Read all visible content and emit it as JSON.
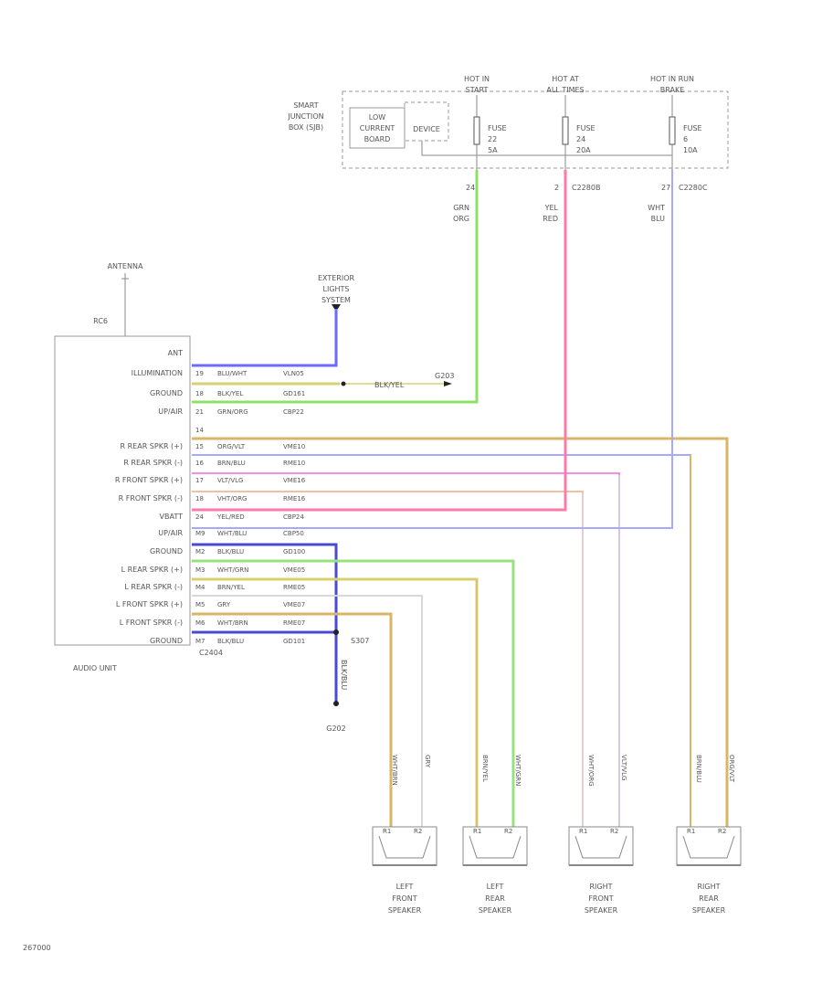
{
  "fuse_box": {
    "label_lines": [
      "SMART",
      "JUNCTION",
      "BOX (SJB)"
    ],
    "board_lines": [
      "LOW",
      "CURRENT",
      "BOARD"
    ],
    "sub_label": "DEVICE",
    "hot_labels": [
      [
        "HOT IN",
        "START"
      ],
      [
        "HOT AT",
        "ALL TIMES"
      ],
      [
        "HOT IN RUN",
        "BRAKE"
      ]
    ],
    "fuses": [
      [
        "FUSE",
        "22",
        "5A"
      ],
      [
        "FUSE",
        "24",
        "20A"
      ],
      [
        "FUSE",
        "6",
        "10A"
      ]
    ],
    "pins": [
      "24",
      "2",
      "27"
    ],
    "connectors": [
      "C2280B",
      "C2280C"
    ],
    "wire_colors": [
      [
        "GRN",
        "ORG"
      ],
      [
        "YEL",
        "RED"
      ],
      [
        "WHT",
        "BLU"
      ]
    ]
  },
  "antenna": {
    "label": "ANTENNA",
    "connector": "RC6"
  },
  "exterior_lights": {
    "label_lines": [
      "EXTERIOR",
      "LIGHTS",
      "SYSTEM"
    ]
  },
  "audio_unit": {
    "label": "AUDIO UNIT",
    "connector": "C2404",
    "pins": [
      {
        "name": "ANT"
      },
      {
        "name": "ILLUMINATION",
        "pin": "19",
        "wire": "BLU/WHT",
        "circuit": "VLN05"
      },
      {
        "name": "GROUND",
        "pin": "18",
        "wire": "BLK/YEL",
        "circuit": "GD161"
      },
      {
        "name": "UP/AIR",
        "pin": "21",
        "wire": "GRN/ORG",
        "circuit": "CBP22"
      },
      {
        "name": "",
        "pin": "14"
      },
      {
        "name": "R REAR SPKR (+)",
        "pin": "15",
        "wire": "ORG/VLT",
        "circuit": "VME10"
      },
      {
        "name": "R REAR SPKR (-)",
        "pin": "16",
        "wire": "BRN/BLU",
        "circuit": "RME10"
      },
      {
        "name": "R FRONT SPKR (+)",
        "pin": "17",
        "wire": "VLT/VLG",
        "circuit": "VME16"
      },
      {
        "name": "R FRONT SPKR (-)",
        "pin": "18",
        "wire": "VHT/ORG",
        "circuit": "RME16"
      },
      {
        "name": "VBATT",
        "pin": "24",
        "wire": "YEL/RED",
        "circuit": "CBP24"
      },
      {
        "name": "UP/AIR",
        "pin": "M9",
        "wire": "WHT/BLU",
        "circuit": "CBP50"
      },
      {
        "name": "GROUND",
        "pin": "M2",
        "wire": "BLK/BLU",
        "circuit": "GD100"
      },
      {
        "name": "L REAR SPKR (+)",
        "pin": "M3",
        "wire": "WHT/GRN",
        "circuit": "VME05"
      },
      {
        "name": "L REAR SPKR (-)",
        "pin": "M4",
        "wire": "BRN/YEL",
        "circuit": "RME05"
      },
      {
        "name": "L FRONT SPKR (+)",
        "pin": "M5",
        "wire": "GRY",
        "circuit": "VME07"
      },
      {
        "name": "L FRONT SPKR (-)",
        "pin": "M6",
        "wire": "WHT/BRN",
        "circuit": "RME07"
      },
      {
        "name": "GROUND",
        "pin": "M7",
        "wire": "BLK/BLU",
        "circuit": "GD101"
      }
    ]
  },
  "splice": {
    "label": "S307",
    "vert_label": "BLK/BLU"
  },
  "ground_point": {
    "label": "G202"
  },
  "illum_branch": {
    "label": "BLK/YEL",
    "ground": "G203"
  },
  "speakers": [
    {
      "label_lines": [
        "LEFT",
        "FRONT",
        "SPEAKER"
      ],
      "wires": [
        "WHT/BRN",
        "GRY"
      ],
      "pins": [
        "R1",
        "R2"
      ]
    },
    {
      "label_lines": [
        "LEFT",
        "REAR",
        "SPEAKER"
      ],
      "wires": [
        "BRN/YEL",
        "WHT/GRN"
      ],
      "pins": [
        "R1",
        "R2"
      ]
    },
    {
      "label_lines": [
        "RIGHT",
        "FRONT",
        "SPEAKER"
      ],
      "wires": [
        "WHT/ORG",
        "VLT/VLG"
      ],
      "pins": [
        "R1",
        "R2"
      ]
    },
    {
      "label_lines": [
        "RIGHT",
        "REAR",
        "SPEAKER"
      ],
      "wires": [
        "BRN/BLU",
        "ORG/VLT"
      ],
      "pins": [
        "R1",
        "R2"
      ]
    }
  ],
  "footer_code": "267000",
  "colors": {
    "blue": "#6a6aff",
    "green": "#8fe06a",
    "pink": "#ff7aa8",
    "lavender": "#a8a8ff",
    "tan": "#d9b56a",
    "olive": "#d8d070",
    "magenta_light": "#f08ee8",
    "peach": "#f0c0a0",
    "lime": "#98e080",
    "gray_wire": "#d8d8d8",
    "navy": "#4a4ad0"
  }
}
